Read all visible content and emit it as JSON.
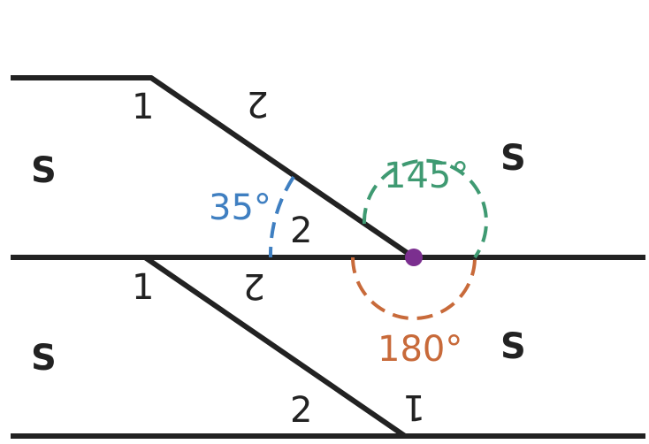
{
  "labels": {
    "s_top_left": "S",
    "s_top_right": "S",
    "s_bottom_left": "S",
    "s_bottom_right": "S",
    "upper_one": "1",
    "upper_two_flipped": "2",
    "middle_two": "2",
    "middle_one": "1",
    "middle_two_flipped": "2",
    "bottom_two": "2",
    "bottom_one_flipped": "1"
  },
  "angles": {
    "blue_label": "35°",
    "green_label": "145°",
    "orange_label": "180°"
  },
  "colors": {
    "line": "#222222",
    "blue": "#3f7fc1",
    "green": "#3f9a72",
    "orange": "#c86a3a",
    "dot": "#7b2f8f"
  }
}
